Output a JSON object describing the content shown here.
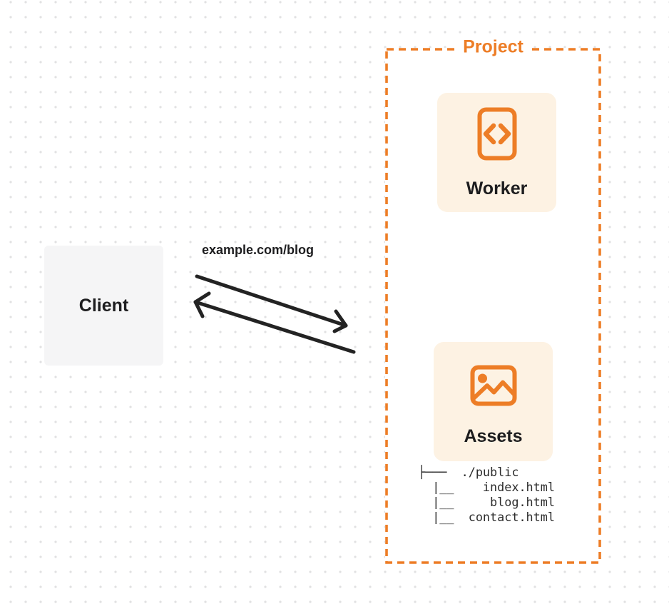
{
  "client": {
    "label": "Client"
  },
  "request": {
    "url_label": "example.com/blog"
  },
  "project": {
    "title": "Project",
    "worker": {
      "label": "Worker",
      "icon": "code-document-icon"
    },
    "assets": {
      "label": "Assets",
      "icon": "image-icon"
    },
    "file_tree": "├───  ./public\n  |__    index.html\n  |__     blog.html\n  |__  contact.html"
  },
  "colors": {
    "accent_orange": "#ed7d26",
    "card_background": "#fdf2e3",
    "client_background": "#f5f5f6",
    "text_dark": "#1d1d1f",
    "arrow": "#232323",
    "dot_grid": "#e1e1e2"
  }
}
